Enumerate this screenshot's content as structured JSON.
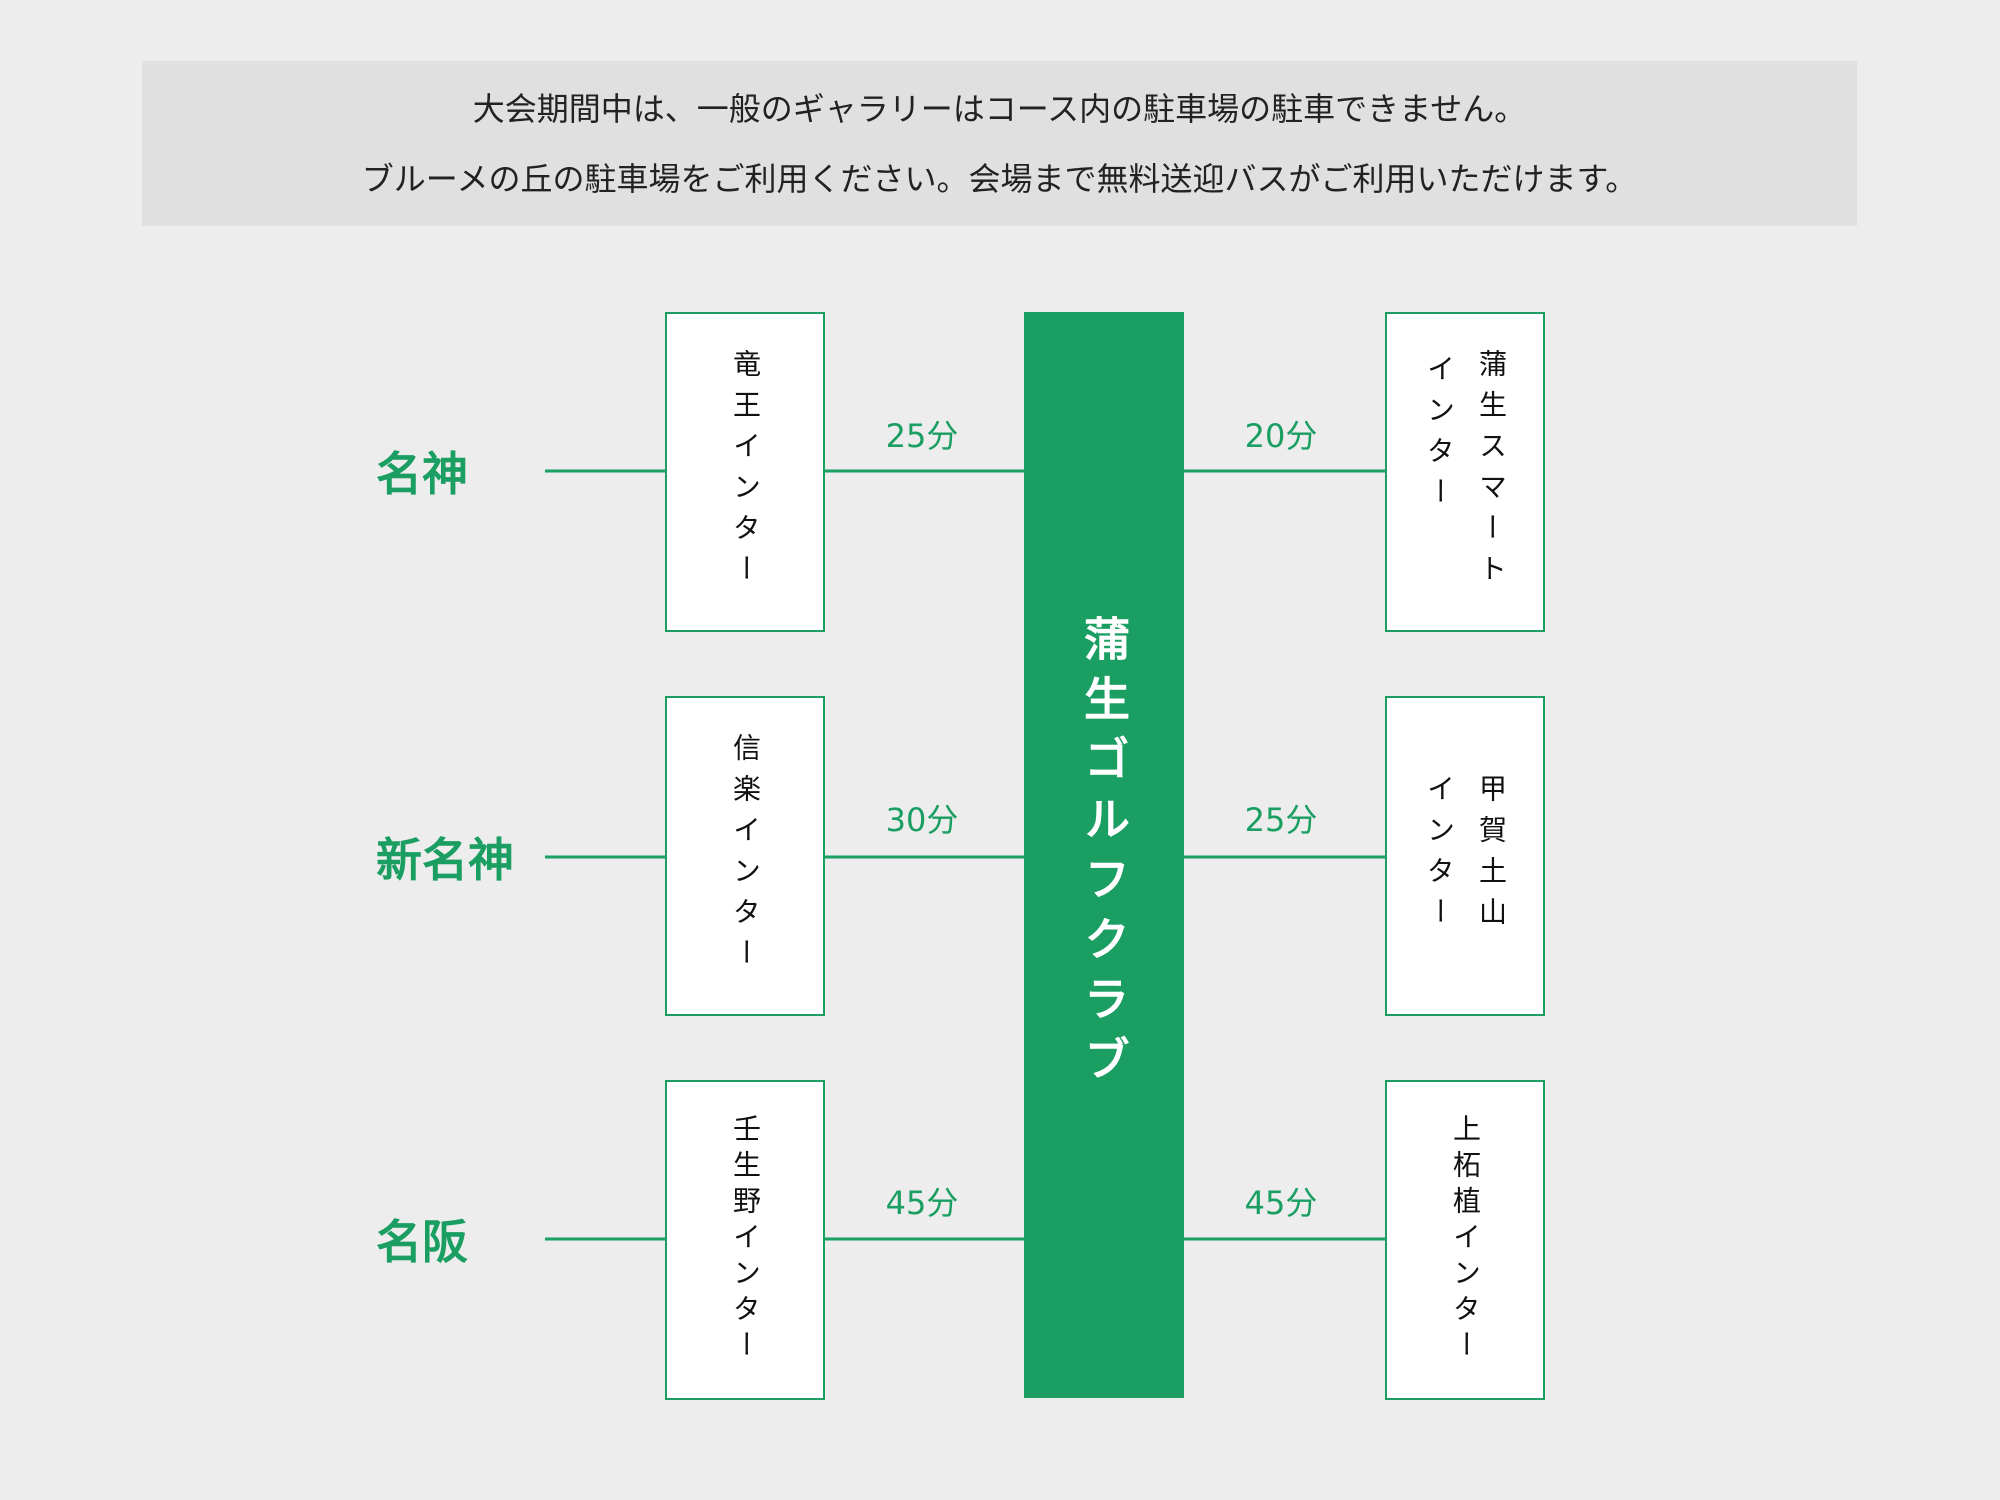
{
  "notice": {
    "line1": "大会期間中は、一般のギャラリーはコース内の駐車場の駐車できません。",
    "line2": "ブルーメの丘の駐車場をご利用ください。会場まで無料送迎バスがご利用いただけます。"
  },
  "destination": "蒲生ゴルフクラブ",
  "colors": {
    "accent": "#1a9e62",
    "background": "#ededed"
  },
  "routes": [
    {
      "expressway": "名神",
      "left_ic": "竜王インター",
      "left_time": "25分",
      "right_ic": [
        "蒲生スマート",
        "インター"
      ],
      "right_time": "20分"
    },
    {
      "expressway": "新名神",
      "left_ic": "信楽インター",
      "left_time": "30分",
      "right_ic": [
        "甲賀土山",
        "インター"
      ],
      "right_time": "25分"
    },
    {
      "expressway": "名阪",
      "left_ic": "壬生野インター",
      "left_time": "45分",
      "right_ic": [
        "上柘植インター"
      ],
      "right_time": "45分"
    }
  ]
}
